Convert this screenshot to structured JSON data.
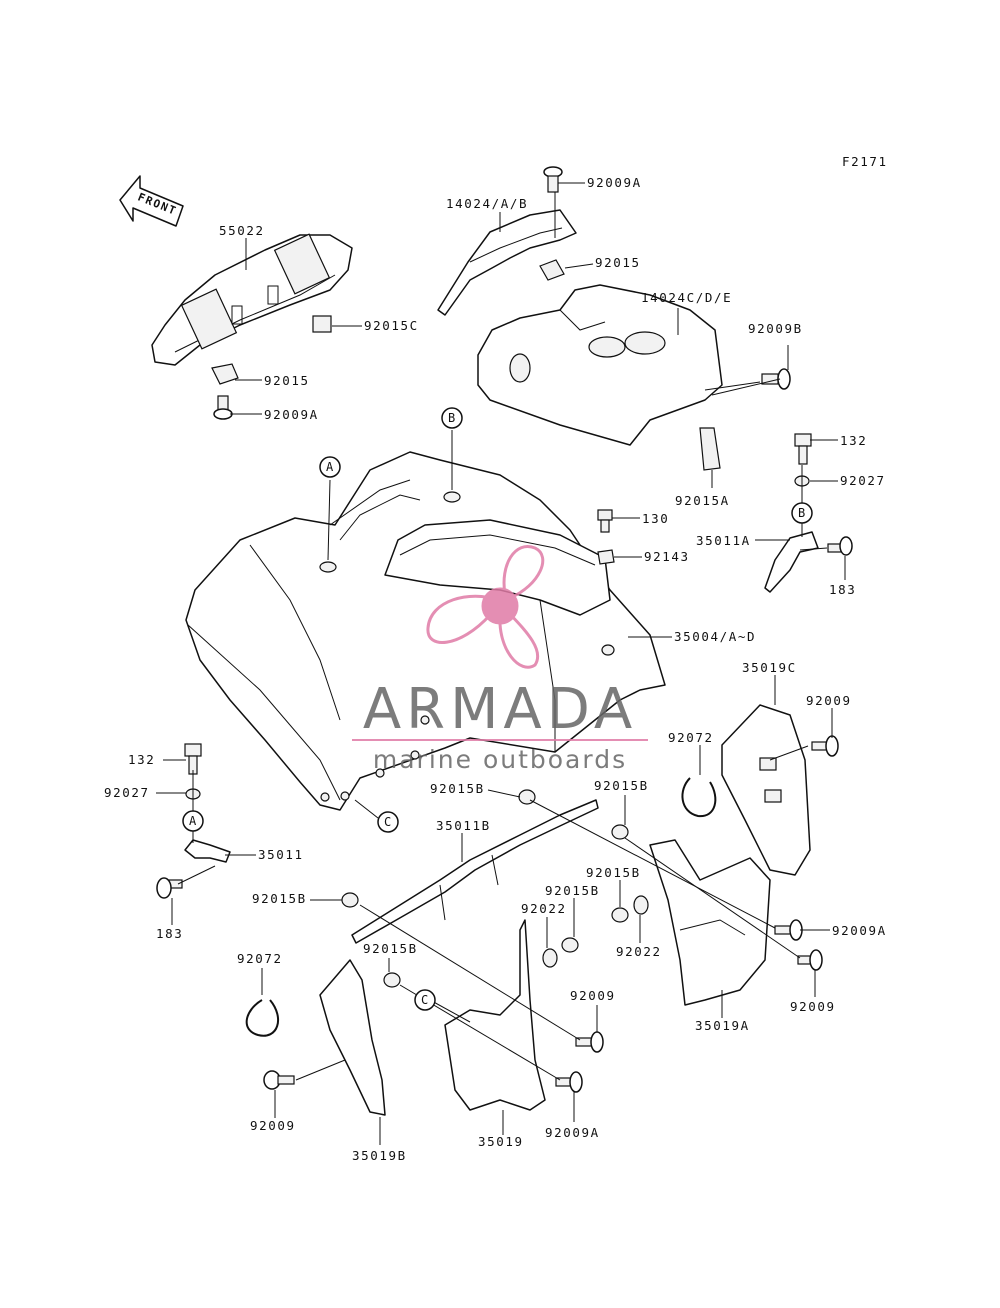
{
  "figure_id": "F2171",
  "front_arrow_label": "FRONT",
  "watermark": {
    "brand": "ARMADA",
    "tagline": "marine outboards",
    "color": "#e07ba6"
  },
  "ref_markers": [
    "A",
    "B",
    "C"
  ],
  "parts": [
    "92009A",
    "14024/A/B",
    "92015",
    "14024C/D/E",
    "92009B",
    "55022",
    "92015C",
    "92015",
    "92009A",
    "132",
    "92027",
    "35011A",
    "183",
    "130",
    "92143",
    "35004/A~D",
    "92015A",
    "35019C",
    "92009",
    "92072",
    "132",
    "92027",
    "35011",
    "183",
    "92015B",
    "35011B",
    "92015B",
    "92015B",
    "92015B",
    "92022",
    "92022",
    "92015B",
    "92009A",
    "92009",
    "35019A",
    "92072",
    "92015B",
    "92009",
    "35019B",
    "92009",
    "35019",
    "92009A"
  ]
}
